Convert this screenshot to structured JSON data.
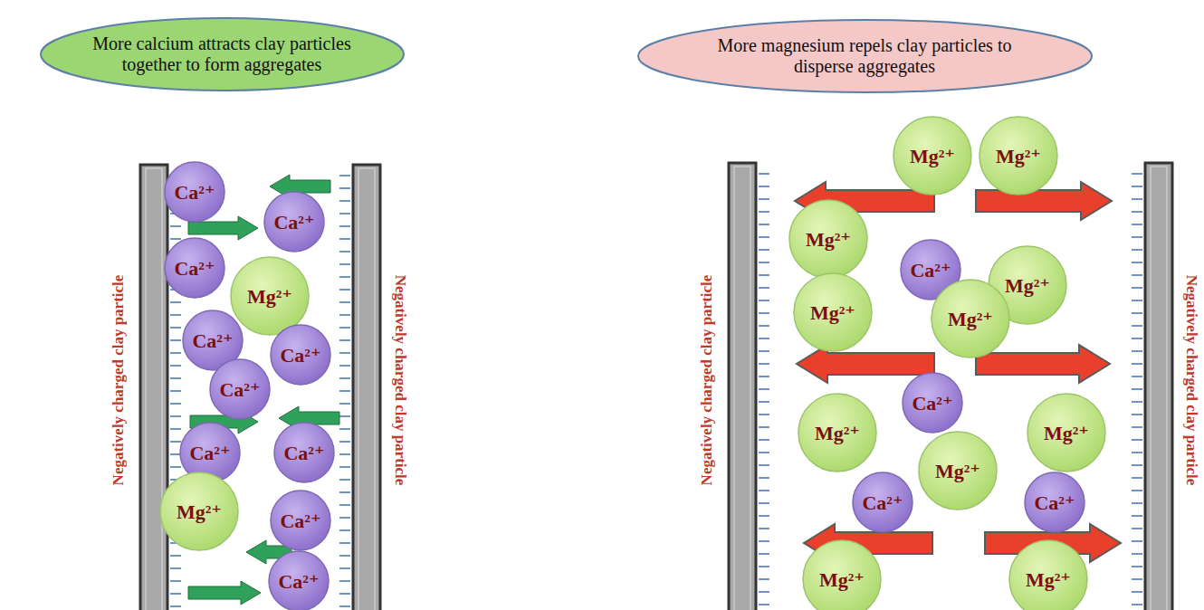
{
  "diagram": {
    "nodes": [
      {
        "text": [
          "More calcium attracts clay particles together to form aggregates"
        ]
      },
      {
        "text": [
          "Ca²⁺"
        ]
      },
      {
        "text": [
          "Ca²⁺"
        ]
      },
      {
        "text": [
          "Ca²⁺"
        ]
      },
      {
        "text": [
          "Mg²⁺"
        ]
      },
      {
        "text": [
          "Ca²⁺"
        ]
      },
      {
        "text": [
          "Ca²⁺"
        ]
      },
      {
        "text": [
          "Ca²⁺"
        ]
      },
      {
        "text": [
          "Ca²⁺"
        ]
      },
      {
        "text": [
          "Ca²⁺"
        ]
      },
      {
        "text": [
          "Mg²⁺"
        ]
      },
      {
        "text": [
          "Ca²⁺"
        ]
      },
      {
        "text": [
          "Ca²⁺"
        ]
      },
      {
        "text": [
          "More magnesium repels clay particles to disperse aggregates"
        ]
      },
      {
        "text": [
          "Mg²⁺"
        ]
      },
      {
        "text": [
          "Mg²⁺"
        ]
      },
      {
        "text": [
          "Mg²⁺"
        ]
      },
      {
        "text": [
          "Ca²⁺"
        ]
      },
      {
        "text": [
          "Mg²⁺"
        ]
      },
      {
        "text": [
          "Mg²⁺"
        ]
      },
      {
        "text": [
          "Mg²⁺"
        ]
      },
      {
        "text": [
          "Ca²⁺"
        ]
      },
      {
        "text": [
          "Mg²⁺"
        ]
      },
      {
        "text": [
          "Mg²⁺"
        ]
      },
      {
        "text": [
          "Mg²⁺"
        ]
      },
      {
        "text": [
          "Ca²⁺"
        ]
      },
      {
        "text": [
          "Ca²⁺"
        ]
      },
      {
        "text": [
          "Mg²⁺"
        ]
      },
      {
        "text": [
          "Mg²⁺"
        ]
      }
    ],
    "labels": [
      "Negatively charged clay particle",
      "Negatively charged clay particle",
      "Negatively charged clay particle",
      "Negatively charged clay particle"
    ]
  }
}
